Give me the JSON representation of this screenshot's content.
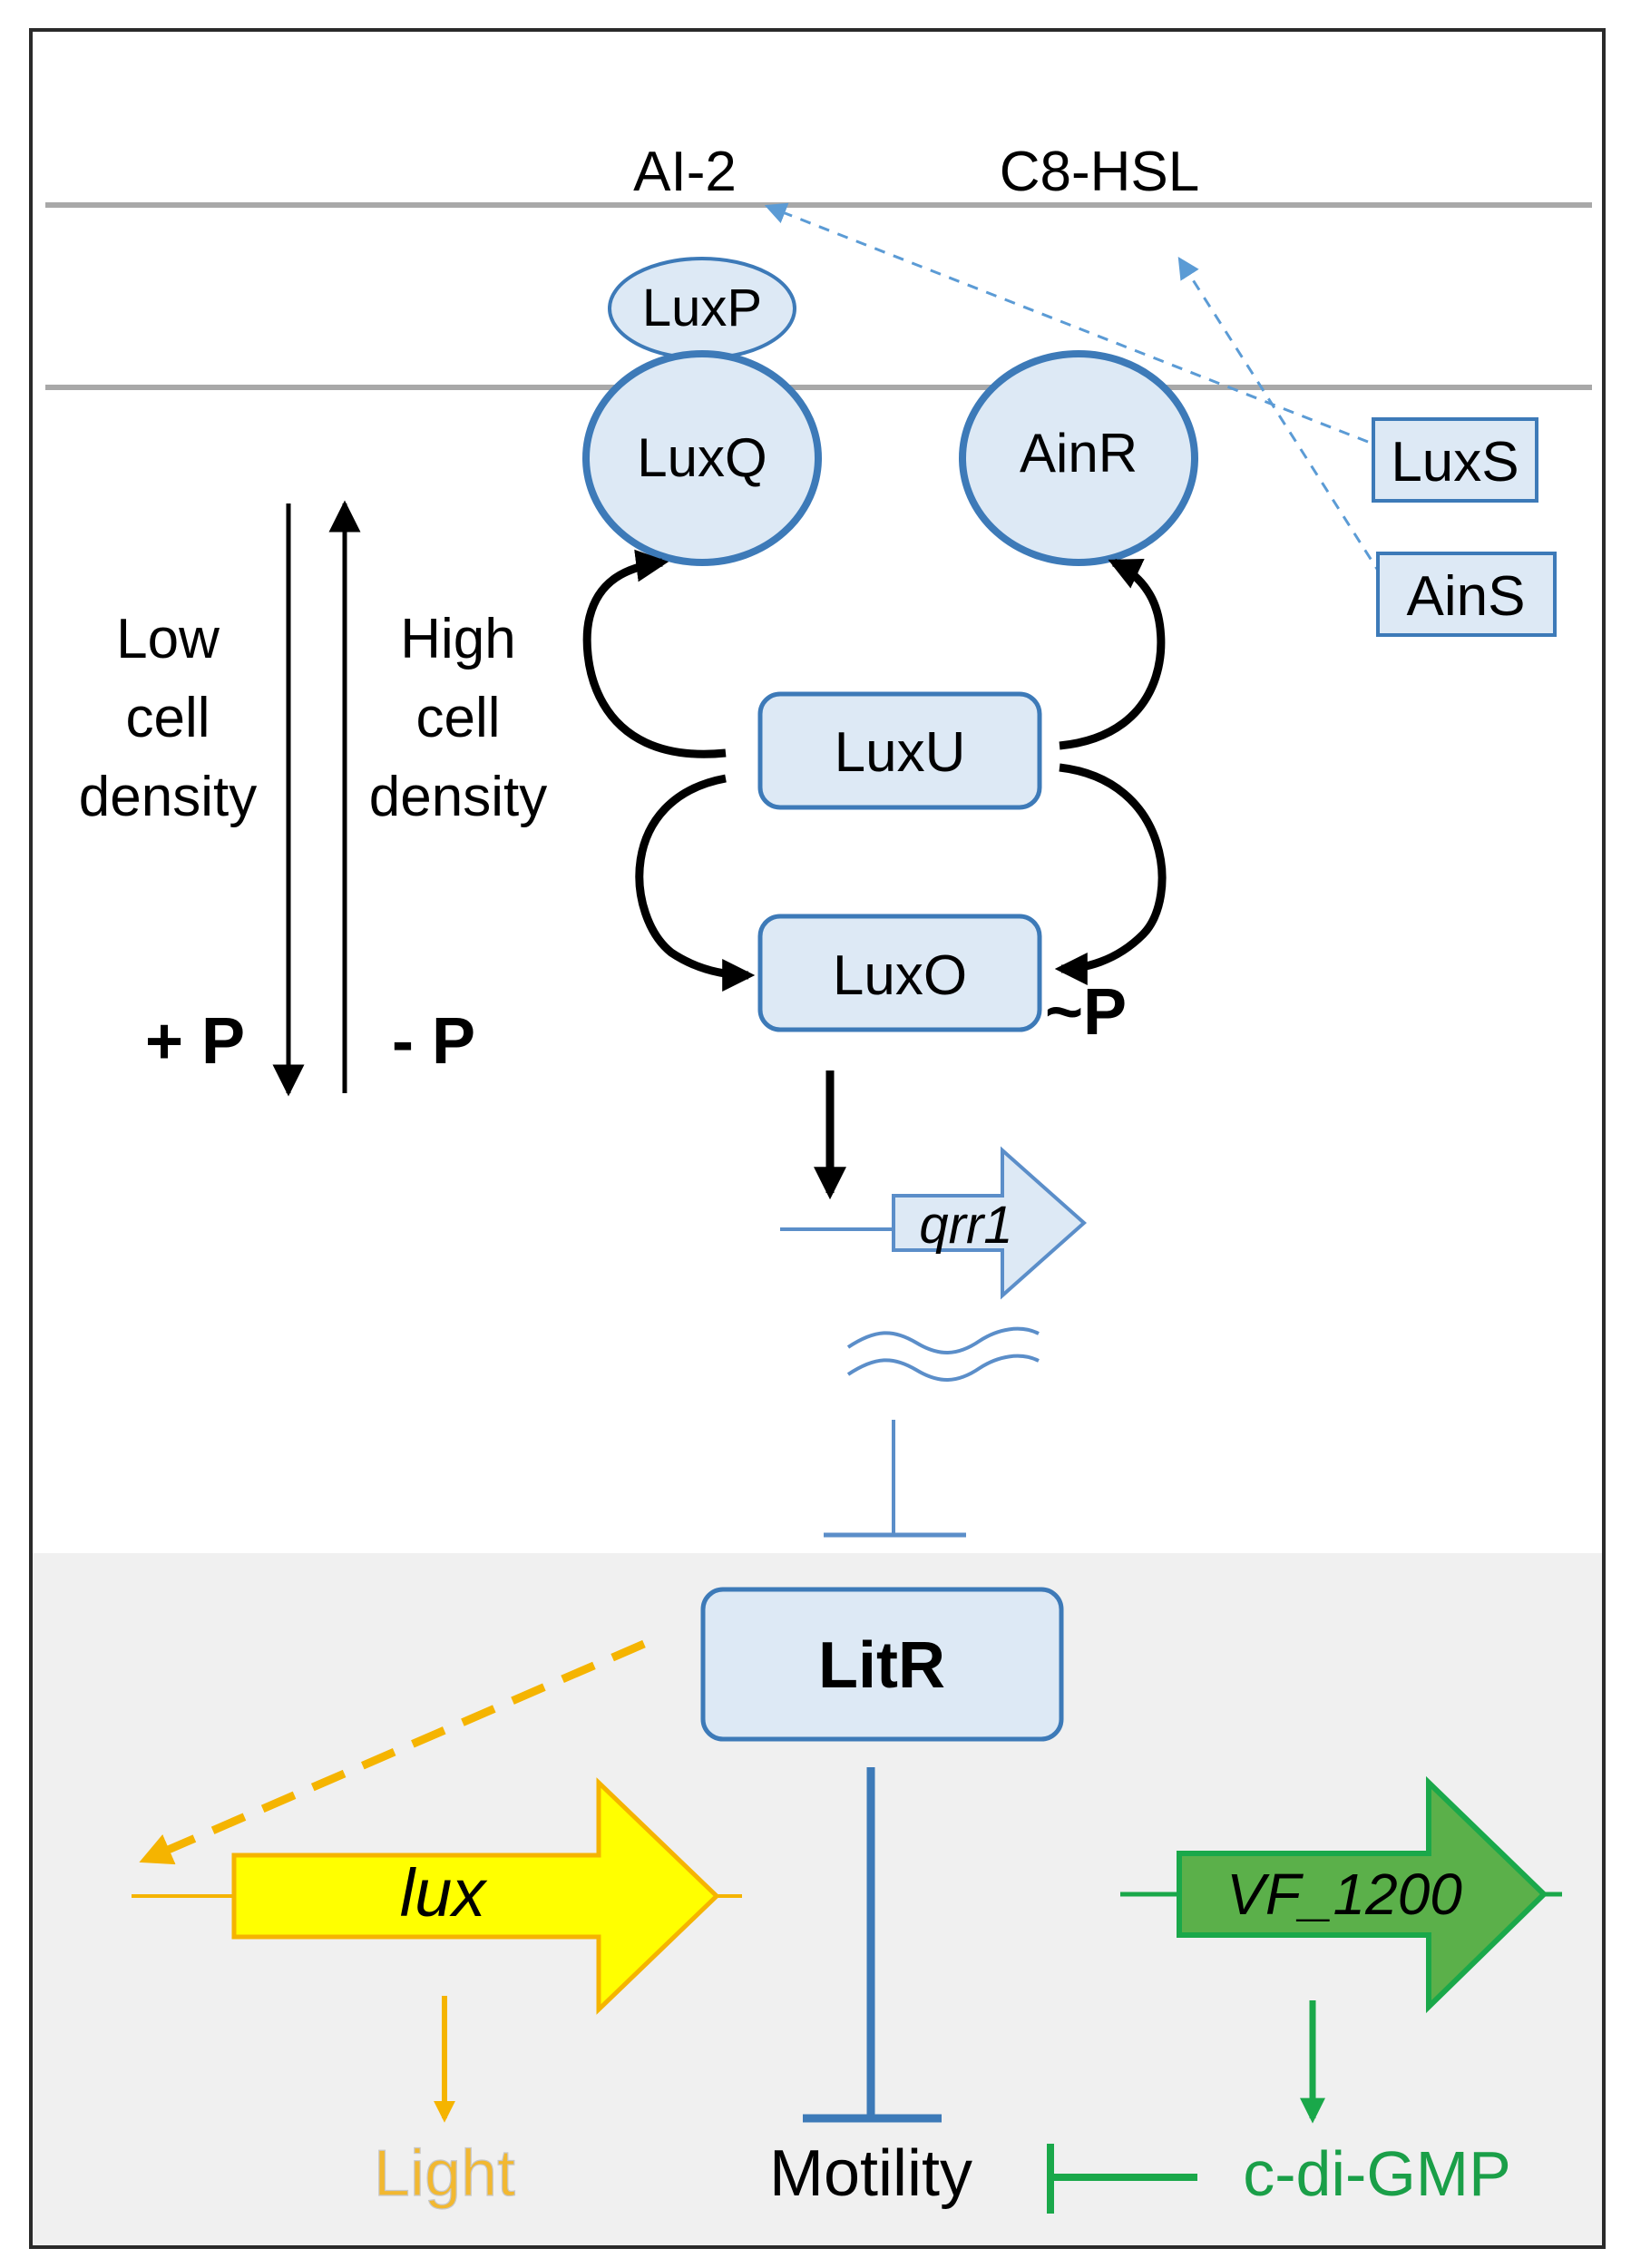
{
  "colors": {
    "frame": "#2a2a2a",
    "bottom_panel": "#f0f0f0",
    "membrane": "#a8a8a8",
    "protein_fill": "#dde9f5",
    "protein_stroke": "#3d7ab8",
    "dashed_arrow": "#5b9bd5",
    "lux_yellow": "#ffff00",
    "lux_orange": "#f5b400",
    "light_text": "#f2b830",
    "vf_green_fill": "#5bb04a",
    "vf_green_stroke": "#1aa84a",
    "cdigmp_text": "#1a9f48"
  },
  "signals": {
    "ai2": "AI-2",
    "c8hsl": "C8-HSL"
  },
  "proteins": {
    "luxp": "LuxP",
    "luxq": "LuxQ",
    "ainr": "AinR",
    "luxs": "LuxS",
    "ains": "AinS",
    "luxu": "LuxU",
    "luxo": "LuxO",
    "litr": "LitR"
  },
  "phospho": "~P",
  "density": {
    "low": [
      "Low",
      "cell",
      "density"
    ],
    "high": [
      "High",
      "cell",
      "density"
    ],
    "plus_p": "+ P",
    "minus_p": "- P"
  },
  "genes": {
    "qrr1": "qrr1",
    "lux": "lux",
    "vf1200": "VF_1200"
  },
  "outputs": {
    "light": "Light",
    "motility": "Motility",
    "cdigmp": "c-di-GMP"
  }
}
